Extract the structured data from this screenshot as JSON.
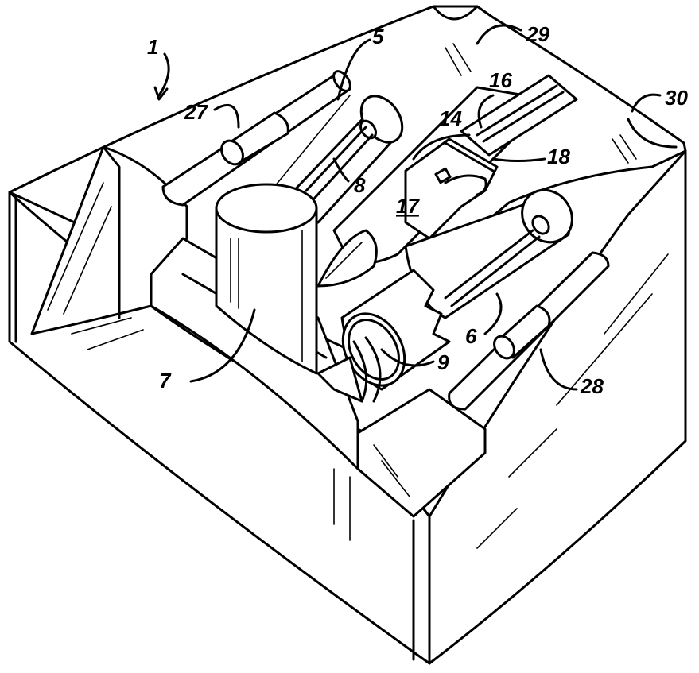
{
  "figure": {
    "reference_numerals": {
      "device": "1",
      "upper_tube": "5",
      "lower_tube": "6",
      "cylinder": "7",
      "rod_upper": "8",
      "cable_loop": "9",
      "chamber_label": "14",
      "plate": "16",
      "compartment": "17",
      "clip": "18",
      "left_pin": "27",
      "right_pin": "28",
      "rear_notch_left": "29",
      "rear_notch_right": "30"
    },
    "colors": {
      "line": "#000000",
      "background": "#ffffff"
    }
  }
}
